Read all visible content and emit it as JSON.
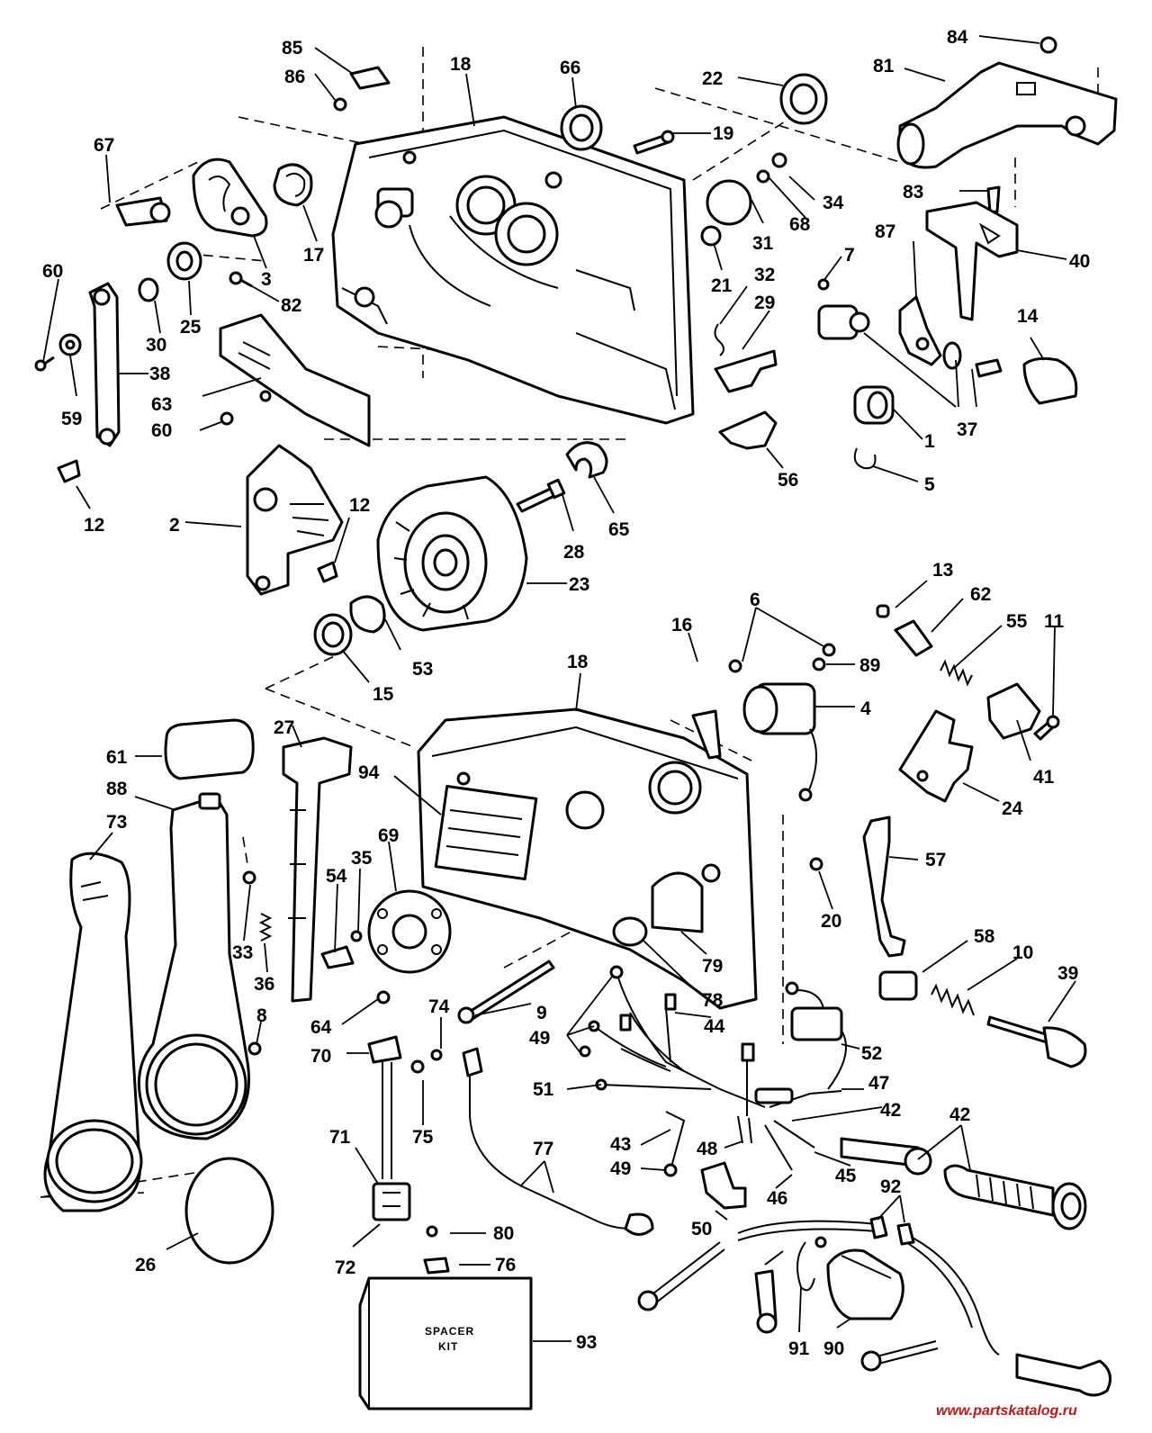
{
  "diagram": {
    "callouts": [
      {
        "id": "c85",
        "text": "85"
      },
      {
        "id": "c86",
        "text": "86"
      },
      {
        "id": "c18a",
        "text": "18"
      },
      {
        "id": "c66",
        "text": "66"
      },
      {
        "id": "c22",
        "text": "22"
      },
      {
        "id": "c84",
        "text": "84"
      },
      {
        "id": "c81",
        "text": "81"
      },
      {
        "id": "c67",
        "text": "67"
      },
      {
        "id": "c19",
        "text": "19"
      },
      {
        "id": "c34",
        "text": "34"
      },
      {
        "id": "c83",
        "text": "83"
      },
      {
        "id": "c17",
        "text": "17"
      },
      {
        "id": "c3",
        "text": "3"
      },
      {
        "id": "c31",
        "text": "31"
      },
      {
        "id": "c68",
        "text": "68"
      },
      {
        "id": "c87",
        "text": "87"
      },
      {
        "id": "c40",
        "text": "40"
      },
      {
        "id": "c60a",
        "text": "60"
      },
      {
        "id": "c82",
        "text": "82"
      },
      {
        "id": "c25",
        "text": "25"
      },
      {
        "id": "c30",
        "text": "30"
      },
      {
        "id": "c21",
        "text": "21"
      },
      {
        "id": "c32",
        "text": "32"
      },
      {
        "id": "c29",
        "text": "29"
      },
      {
        "id": "c7",
        "text": "7"
      },
      {
        "id": "c14",
        "text": "14"
      },
      {
        "id": "c38",
        "text": "38"
      },
      {
        "id": "c63",
        "text": "63"
      },
      {
        "id": "c59",
        "text": "59"
      },
      {
        "id": "c60b",
        "text": "60"
      },
      {
        "id": "c37",
        "text": "37"
      },
      {
        "id": "c1",
        "text": "1"
      },
      {
        "id": "c5",
        "text": "5"
      },
      {
        "id": "c56",
        "text": "56"
      },
      {
        "id": "c12a",
        "text": "12"
      },
      {
        "id": "c2",
        "text": "2"
      },
      {
        "id": "c12b",
        "text": "12"
      },
      {
        "id": "c28",
        "text": "28"
      },
      {
        "id": "c65",
        "text": "65"
      },
      {
        "id": "c23",
        "text": "23"
      },
      {
        "id": "c13",
        "text": "13"
      },
      {
        "id": "c62",
        "text": "62"
      },
      {
        "id": "c6",
        "text": "6"
      },
      {
        "id": "c55",
        "text": "55"
      },
      {
        "id": "c11",
        "text": "11"
      },
      {
        "id": "c16",
        "text": "16"
      },
      {
        "id": "c53",
        "text": "53"
      },
      {
        "id": "c15",
        "text": "15"
      },
      {
        "id": "c18b",
        "text": "18"
      },
      {
        "id": "c89",
        "text": "89"
      },
      {
        "id": "c4",
        "text": "4"
      },
      {
        "id": "c41",
        "text": "41"
      },
      {
        "id": "c27",
        "text": "27"
      },
      {
        "id": "c61",
        "text": "61"
      },
      {
        "id": "c94",
        "text": "94"
      },
      {
        "id": "c24",
        "text": "24"
      },
      {
        "id": "c88",
        "text": "88"
      },
      {
        "id": "c73",
        "text": "73"
      },
      {
        "id": "c69",
        "text": "69"
      },
      {
        "id": "c57",
        "text": "57"
      },
      {
        "id": "c35",
        "text": "35"
      },
      {
        "id": "c54",
        "text": "54"
      },
      {
        "id": "c20",
        "text": "20"
      },
      {
        "id": "c33",
        "text": "33"
      },
      {
        "id": "c36",
        "text": "36"
      },
      {
        "id": "c58",
        "text": "58"
      },
      {
        "id": "c10",
        "text": "10"
      },
      {
        "id": "c39",
        "text": "39"
      },
      {
        "id": "c79",
        "text": "79"
      },
      {
        "id": "c78",
        "text": "78"
      },
      {
        "id": "c74",
        "text": "74"
      },
      {
        "id": "c9",
        "text": "9"
      },
      {
        "id": "c44",
        "text": "44"
      },
      {
        "id": "c8",
        "text": "8"
      },
      {
        "id": "c64",
        "text": "64"
      },
      {
        "id": "c49a",
        "text": "49"
      },
      {
        "id": "c52",
        "text": "52"
      },
      {
        "id": "c70",
        "text": "70"
      },
      {
        "id": "c51",
        "text": "51"
      },
      {
        "id": "c47",
        "text": "47"
      },
      {
        "id": "c42a",
        "text": "42"
      },
      {
        "id": "c42b",
        "text": "42"
      },
      {
        "id": "c75",
        "text": "75"
      },
      {
        "id": "c71",
        "text": "71"
      },
      {
        "id": "c43",
        "text": "43"
      },
      {
        "id": "c48",
        "text": "48"
      },
      {
        "id": "c77",
        "text": "77"
      },
      {
        "id": "c49b",
        "text": "49"
      },
      {
        "id": "c45",
        "text": "45"
      },
      {
        "id": "c46",
        "text": "46"
      },
      {
        "id": "c92",
        "text": "92"
      },
      {
        "id": "c50",
        "text": "50"
      },
      {
        "id": "c80",
        "text": "80"
      },
      {
        "id": "c26",
        "text": "26"
      },
      {
        "id": "c72",
        "text": "72"
      },
      {
        "id": "c76",
        "text": "76"
      },
      {
        "id": "c91",
        "text": "91"
      },
      {
        "id": "c90",
        "text": "90"
      },
      {
        "id": "c93",
        "text": "93"
      }
    ],
    "spacer_kit": {
      "line1": "SPACER",
      "line2": "KIT"
    },
    "watermark": "www.partskatalog.ru"
  }
}
